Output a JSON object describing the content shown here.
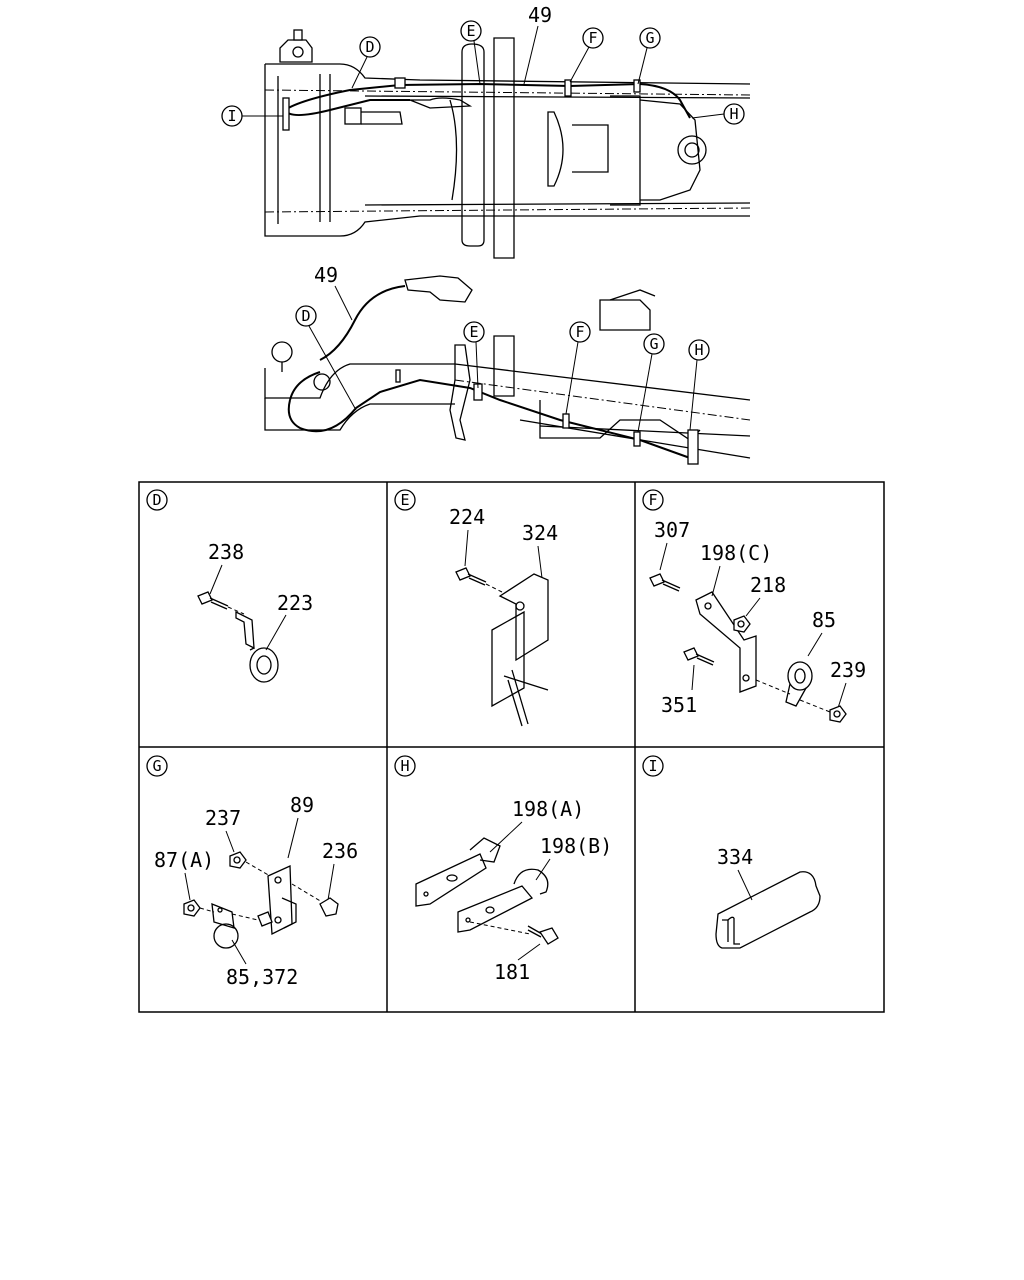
{
  "overview_top": {
    "cable_label": "49",
    "callouts": [
      "D",
      "E",
      "F",
      "G",
      "H",
      "I"
    ]
  },
  "overview_side": {
    "cable_label": "49",
    "callouts": [
      "D",
      "E",
      "F",
      "G",
      "H"
    ]
  },
  "panels": [
    {
      "id": "D",
      "parts": [
        "238",
        "223"
      ]
    },
    {
      "id": "E",
      "parts": [
        "224",
        "324"
      ]
    },
    {
      "id": "F",
      "parts": [
        "307",
        "198(C)",
        "218",
        "85",
        "351",
        "239"
      ]
    },
    {
      "id": "G",
      "parts": [
        "237",
        "89",
        "236",
        "87(A)",
        "85,372"
      ]
    },
    {
      "id": "H",
      "parts": [
        "198(A)",
        "198(B)",
        "181"
      ]
    },
    {
      "id": "I",
      "parts": [
        "334"
      ]
    }
  ]
}
